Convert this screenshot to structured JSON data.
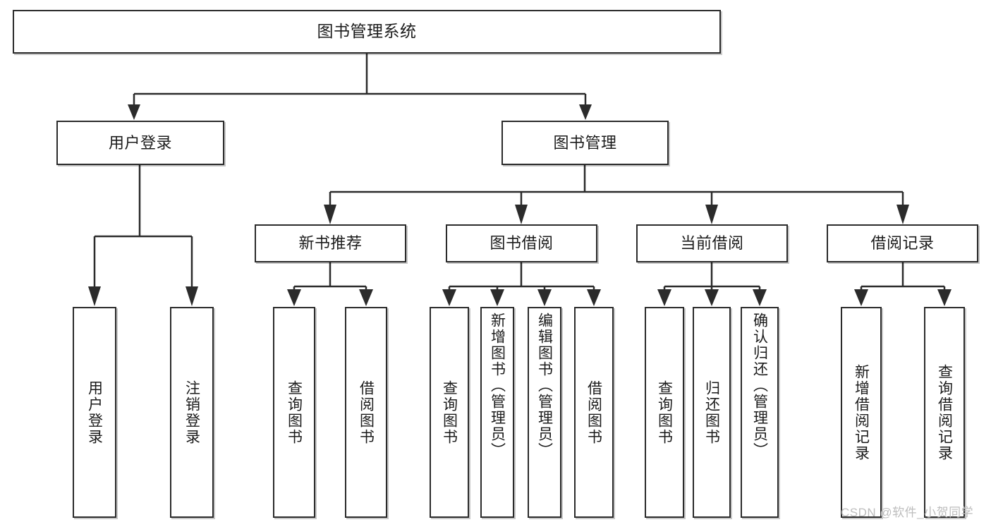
{
  "diagram": {
    "title": "图书管理系统",
    "type": "tree",
    "root": {
      "label": "图书管理系统"
    },
    "level1": [
      {
        "label": "用户登录"
      },
      {
        "label": "图书管理"
      }
    ],
    "level2": [
      {
        "label": "新书推荐"
      },
      {
        "label": "图书借阅"
      },
      {
        "label": "当前借阅"
      },
      {
        "label": "借阅记录"
      }
    ],
    "leaves": {
      "user_login": [
        {
          "label": "用户登录"
        },
        {
          "label": "注销登录"
        }
      ],
      "new_book_recommend": [
        {
          "label": "查询图书"
        },
        {
          "label": "借阅图书"
        }
      ],
      "book_borrow": [
        {
          "label": "查询图书"
        },
        {
          "label": "新增图书（管理员）"
        },
        {
          "label": "编辑图书（管理员）"
        },
        {
          "label": "借阅图书"
        }
      ],
      "current_borrow": [
        {
          "label": "查询图书"
        },
        {
          "label": "归还图书"
        },
        {
          "label": "确认归还（管理员）"
        }
      ],
      "borrow_record": [
        {
          "label": "新增借阅记录"
        },
        {
          "label": "查询借阅记录"
        }
      ]
    }
  },
  "watermark": {
    "text": "CSDN @软件_小贺同学"
  },
  "colors": {
    "stroke": "#2b2b2b",
    "background": "#ffffff",
    "text": "#1b1b1b",
    "watermark": "#bdbdbd"
  }
}
